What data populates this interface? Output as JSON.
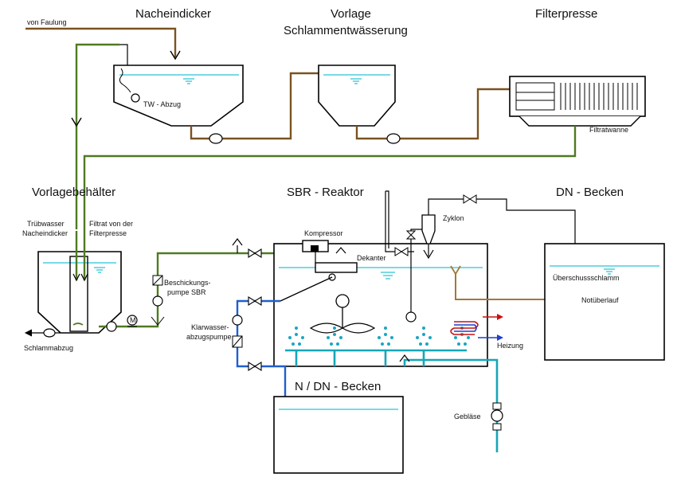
{
  "labels": {
    "von_faulung": "von Faulung",
    "nacheindicker": "Nacheindicker",
    "vorlage_line1": "Vorlage",
    "vorlage_line2": "Schlammentwässerung",
    "filterpresse": "Filterpresse",
    "tw_abzug": "TW - Abzug",
    "filtratwanne": "Filtratwanne",
    "vorlagebehaelter": "Vorlagebehälter",
    "sbr_reaktor": "SBR - Reaktor",
    "dn_becken": "DN - Becken",
    "truebwasser_line1": "Trübwasser",
    "truebwasser_line2": "Nacheindicker",
    "filtrat_line1": "Filtrat von der",
    "filtrat_line2": "Filterpresse",
    "schlammabzug": "Schlammabzug",
    "beschickung_line1": "Beschickungs-",
    "beschickung_line2": "pumpe SBR",
    "klarwasser_line1": "Klarwasser-",
    "klarwasser_line2": "abzugspumpe",
    "kompressor": "Kompressor",
    "dekanter": "Dekanter",
    "zyklon": "Zyklon",
    "ueberschussschlamm": "Überschussschlamm",
    "notueberlauf": "Notüberlauf",
    "heizung": "Heizung",
    "n_dn_becken": "N / DN - Becken",
    "geblaese": "Gebläse",
    "pump_m": "M"
  },
  "colors": {
    "sludge": "#7a5320",
    "filtrate": "#4f7a22",
    "clear_water": "#1f5fcf",
    "air": "#16a6b8",
    "water_surface": "#29c4d8",
    "heating_red": "#cc1010",
    "heating_blue": "#1f3fcf"
  }
}
